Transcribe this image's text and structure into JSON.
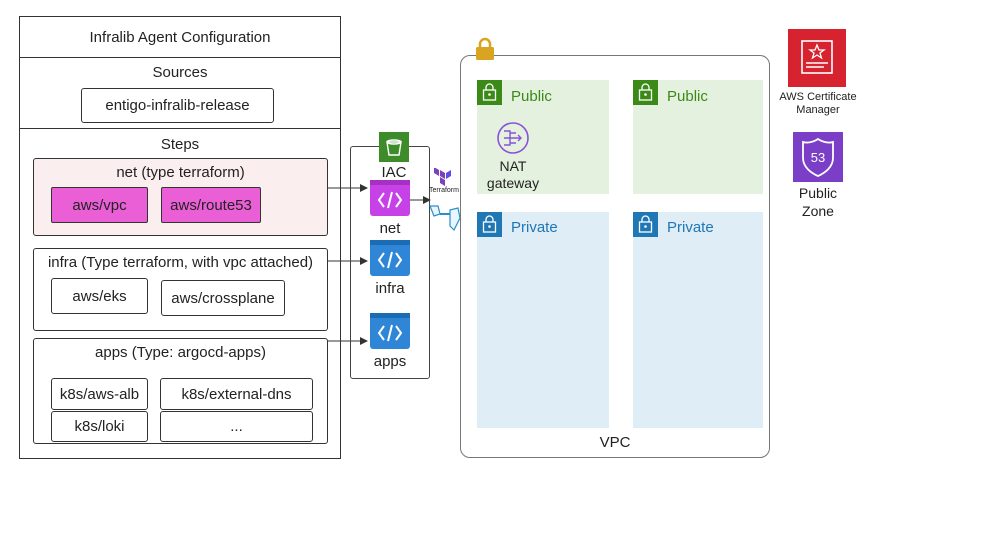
{
  "config": {
    "title": "Infralib Agent Configuration",
    "sources_title": "Sources",
    "source_item": "entigo-infralib-release",
    "steps_title": "Steps",
    "net_step": {
      "title": "net (type terraform)",
      "modules": [
        "aws/vpc",
        "aws/route53"
      ]
    },
    "infra_step": {
      "title": "infra (Type terraform, with vpc attached)",
      "modules": [
        "aws/eks",
        "aws/crossplane"
      ]
    },
    "apps_step": {
      "title": "apps (Type: argocd-apps)",
      "modules": [
        "k8s/aws-alb",
        "k8s/external-dns",
        "k8s/loki",
        "..."
      ]
    }
  },
  "iac": {
    "title": "IAC",
    "items": [
      "net",
      "infra",
      "apps"
    ],
    "terraform_label": "Terraform"
  },
  "vpc": {
    "label": "VPC",
    "public_label": "Public",
    "private_label": "Private",
    "nat_label_line1": "NAT",
    "nat_label_line2": "gateway"
  },
  "aws": {
    "acm_line1": "AWS Certificate",
    "acm_line2": "Manager",
    "zone_line1": "Public",
    "zone_line2": "Zone",
    "route53_badge": "53"
  },
  "colors": {
    "pink_module": "#ea5fd6",
    "net_bg": "#fbeeee",
    "public_subnet": "#e4f1df",
    "private_subnet": "#deedf6",
    "public_green": "#3b8a17",
    "private_blue": "#1f77b4",
    "acm_red": "#d6232f",
    "route53_purple": "#7a3fc6",
    "lock_gold": "#d9a520",
    "s3_green": "#3d8c29"
  }
}
